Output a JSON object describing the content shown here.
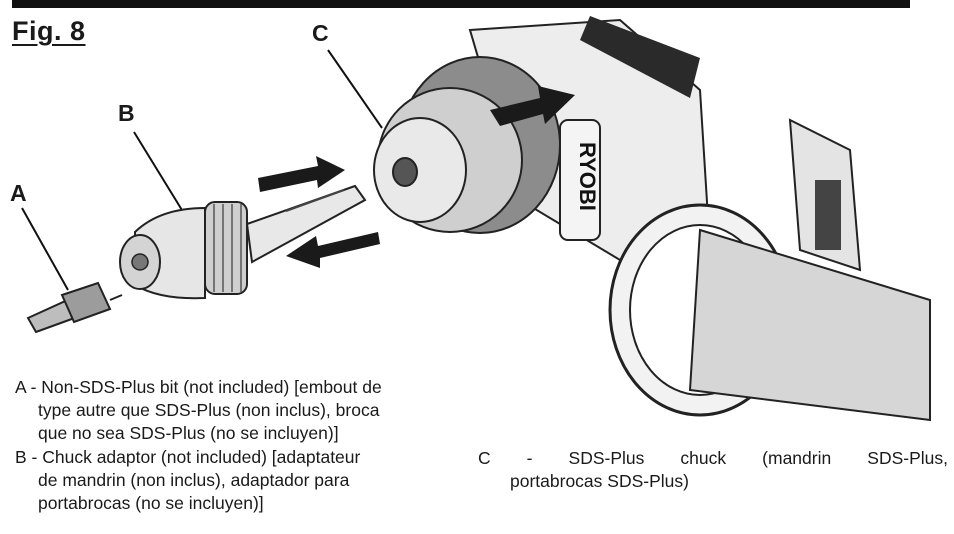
{
  "figure": {
    "title": "Fig. 8"
  },
  "callouts": {
    "a": "A",
    "b": "B",
    "c": "C"
  },
  "captions": {
    "a": {
      "prefix": "A - ",
      "lines": [
        "Non-SDS-Plus bit (not included) [embout de",
        "type autre que SDS-Plus (non inclus), broca",
        "que no sea SDS-Plus (no se incluyen)]"
      ]
    },
    "b": {
      "prefix": "B - ",
      "lines": [
        "Chuck adaptor (not included) [adaptateur",
        "de mandrin (non inclus), adaptador para",
        "portabrocas (no se incluyen)]"
      ]
    },
    "c": {
      "prefix": "C",
      "dash": "-",
      "words": [
        "SDS-Plus",
        "chuck",
        "(mandrin",
        "SDS-Plus,"
      ],
      "line2": "portabrocas SDS-Plus)"
    }
  },
  "tool_brand_text": "RYOBI"
}
